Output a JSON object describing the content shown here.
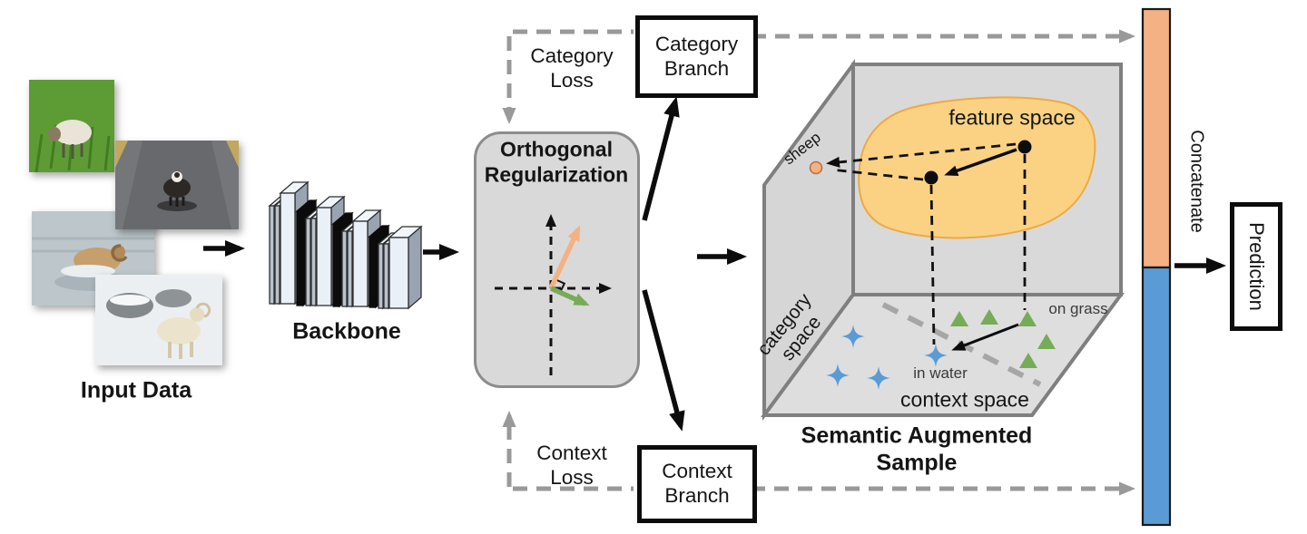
{
  "diagram": {
    "input_label": "Input Data",
    "backbone_label": "Backbone",
    "orthogonal": {
      "line1": "Orthogonal",
      "line2": "Regularization"
    },
    "category_loss": {
      "line1": "Category",
      "line2": "Loss"
    },
    "context_loss": {
      "line1": "Context",
      "line2": "Loss"
    },
    "category_branch": {
      "line1": "Category",
      "line2": "Branch"
    },
    "context_branch": {
      "line1": "Context",
      "line2": "Branch"
    },
    "cube": {
      "feature_space": "feature space",
      "sheep_label": "sheep",
      "category_space": {
        "line1": "category",
        "line2": "space"
      },
      "context_space": "context space",
      "on_grass": "on grass",
      "in_water": "in water"
    },
    "caption": {
      "line1": "Semantic Augmented",
      "line2": "Sample"
    },
    "concatenate_label": "Concatenate",
    "prediction_label": "Prediction",
    "colors": {
      "category_orange": "#F4B183",
      "context_blue": "#5B9BD5",
      "green": "#76AC58",
      "blob_yellow": "#FBD283",
      "panel_gray": "#D9D9D9",
      "dashed_gray": "#999999"
    }
  }
}
